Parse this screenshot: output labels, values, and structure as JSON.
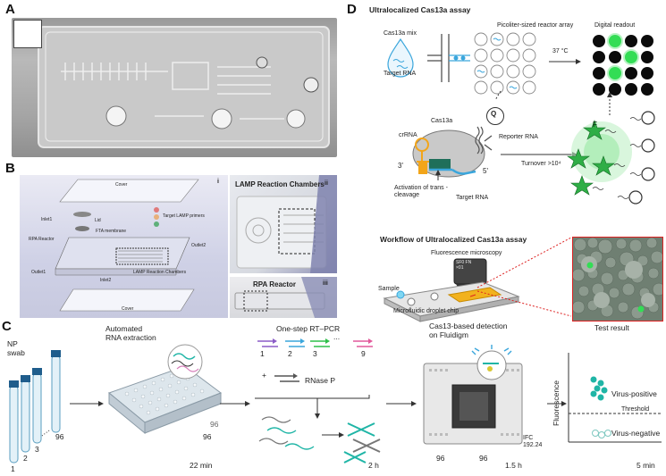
{
  "panels": {
    "A": {
      "letter": "A"
    },
    "B": {
      "letter": "B",
      "schematic": {
        "sub": "i",
        "labels": {
          "cover_top": "Cover",
          "inlet1": "Inlet1",
          "lid": "Lid",
          "primers": "Target LAMP primers",
          "ftamembrane": "FTA membrane",
          "rpa": "RPA Reactor",
          "outlet2": "Outlet2",
          "outlet1": "Outlet1",
          "lampchambers": "LAMP Reaction Chambers",
          "inlet2": "Inlet2",
          "cover_bottom": "Cover"
        },
        "primer_colors": [
          "#e07a7a",
          "#e8b07a",
          "#5fb07a"
        ]
      },
      "photo_ii": {
        "sub": "ii",
        "label": "LAMP Reaction Chambers"
      },
      "photo_iii": {
        "sub": "iii",
        "label": "RPA Reactor"
      }
    },
    "C": {
      "letter": "C",
      "np_swab": "NP\nswab",
      "tube_labels": [
        "1",
        "2",
        "3",
        "96"
      ],
      "extraction_title": "Automated\nRNA extraction",
      "plate_labels": [
        "96",
        "96"
      ],
      "extraction_time": "22 min",
      "pcr_title": "One-step RT–PCR",
      "primer_numbers": [
        "1",
        "2",
        "3",
        "9"
      ],
      "ellipsis": "...",
      "plus": "+",
      "rnase": "RNase P",
      "pcr_time": "2 h",
      "fluidigm_title": "Cas13-based detection\non Fluidigm",
      "chip_labels": [
        "96",
        "96"
      ],
      "ifc_label": "IFC\n192.24",
      "fluidigm_time": "1.5 h",
      "result_title": "Test result",
      "y_axis": "Fluorescence",
      "positive": "Virus-positive",
      "threshold": "Threshold",
      "negative": "Virus-negative",
      "result_time": "5 min"
    },
    "D": {
      "letter": "D",
      "title": "Ultralocalized Cas13a assay",
      "cas13a_mix": "Cas13a mix",
      "target_rna_top": "Target RNA",
      "reactor_array": "Picoliter-sized reactor array",
      "temperature": "37 °C",
      "digital_readout": "Digital readout",
      "cas13a": "Cas13a",
      "crrna": "crRNA",
      "reporter_rna": "Reporter RNA",
      "three_prime": "3'",
      "five_prime": "5'",
      "activation": "Activation of trans -\ncleavage",
      "target_rna_mid": "Target RNA",
      "turnover": "Turnover >10⁴",
      "workflow_title": "Workflow of Ultralocalized Cas13a assay",
      "microscopy": "Fluorescence microscopy",
      "sample": "Sample",
      "chip": "Microfluidic droplet chip",
      "objective_text": "SF0 FN\n×01",
      "fluor_letter": "F",
      "quencher_letter": "Q",
      "readout_on": [
        1,
        6,
        9
      ],
      "colors": {
        "green": "#33dd55",
        "blue": "#3aa6dc",
        "orange": "#f2a51a",
        "teal": "#1fb5a6",
        "red": "#d22"
      }
    }
  }
}
